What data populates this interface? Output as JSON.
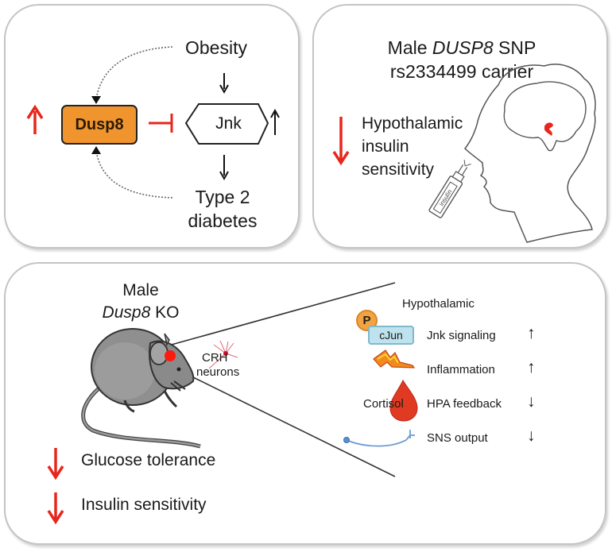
{
  "panel_a": {
    "dusp8_label": "Dusp8",
    "jnk_label": "Jnk",
    "obesity_label": "Obesity",
    "t2d_label_line1": "Type 2",
    "t2d_label_line2": "diabetes",
    "dusp8_change": "up",
    "jnk_change": "up",
    "colors": {
      "dusp8_fill": "#f0952e",
      "inhibit": "#e8261c",
      "up_arrow": "#e8261c"
    }
  },
  "panel_b": {
    "title_line1_prefix": "Male ",
    "title_line1_gene": "DUSP8",
    "title_line1_suffix": " SNP",
    "title_line2": "rs2334499 carrier",
    "effect_line1": "Hypothalamic",
    "effect_line2": "insulin",
    "effect_line3": "sensitivity",
    "effect_change": "down",
    "spray_label": "insulin"
  },
  "panel_c": {
    "title_line1": "Male",
    "title_gene": "Dusp8",
    "title_suffix": " KO",
    "neuron_label_line1": "CRH",
    "neuron_label_line2": "neurons",
    "outcomes": [
      {
        "label": "Glucose tolerance",
        "change": "down"
      },
      {
        "label": "Insulin sensitivity",
        "change": "down"
      }
    ],
    "hypothalamic_header": "Hypothalamic",
    "p_label": "P",
    "cjun_label": "cJun",
    "cortisol_label": "Cortisol",
    "effects": [
      {
        "label": "Jnk signaling",
        "change": "up",
        "arrow": "↑"
      },
      {
        "label": "Inflammation",
        "change": "up",
        "arrow": "↑"
      },
      {
        "label": "HPA feedback",
        "change": "down",
        "arrow": "↓"
      },
      {
        "label": "SNS output",
        "change": "down",
        "arrow": "↓"
      }
    ]
  }
}
